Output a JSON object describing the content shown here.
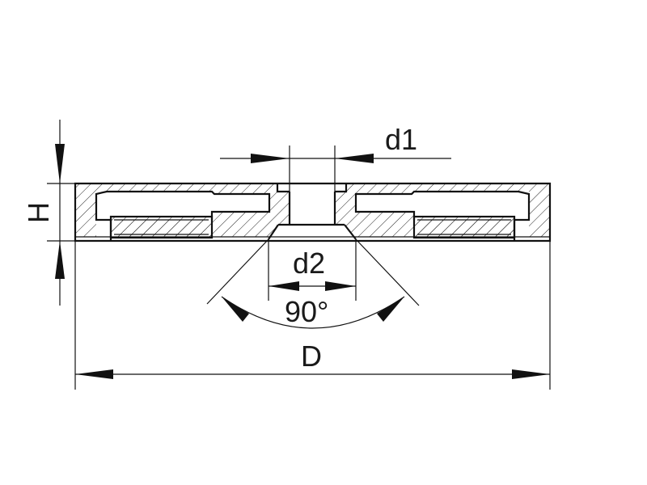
{
  "labels": {
    "H": "H",
    "d1": "d1",
    "d2": "d2",
    "angle": "90°",
    "D": "D"
  }
}
